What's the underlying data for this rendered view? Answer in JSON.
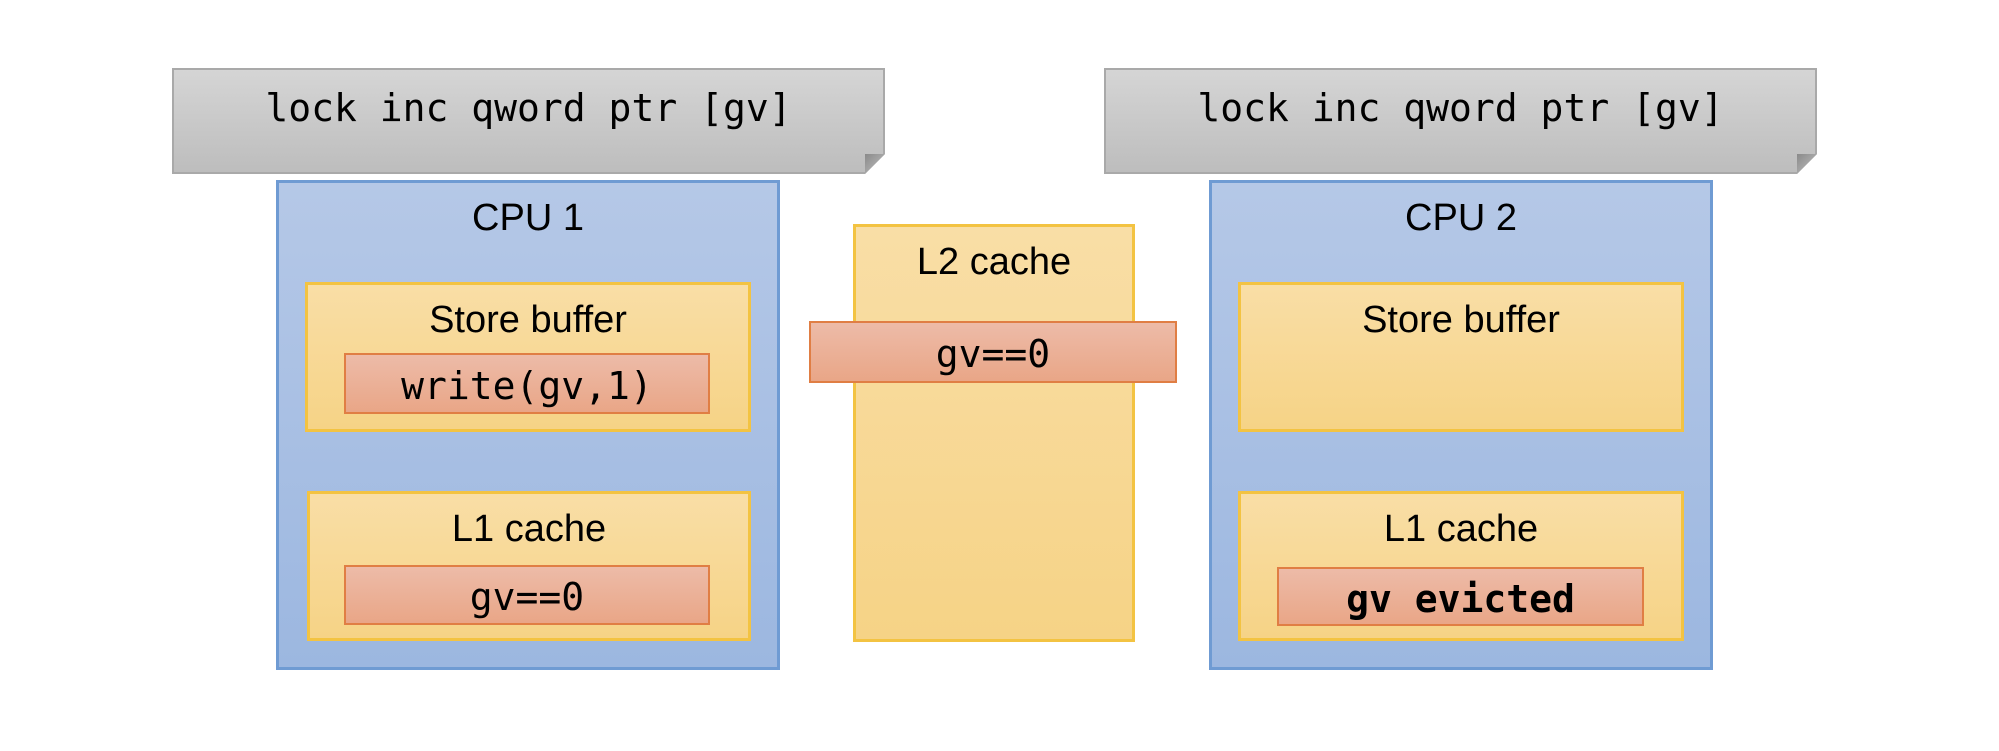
{
  "instructions": {
    "left": "lock inc qword ptr [gv]",
    "right": "lock inc qword ptr [gv]"
  },
  "cpu1": {
    "label": "CPU 1",
    "store_buffer": {
      "label": "Store buffer",
      "entry": "write(gv,1)"
    },
    "l1_cache": {
      "label": "L1 cache",
      "entry": "gv==0"
    }
  },
  "l2_cache": {
    "label": "L2 cache",
    "entry": "gv==0"
  },
  "cpu2": {
    "label": "CPU 2",
    "store_buffer": {
      "label": "Store buffer",
      "entry": ""
    },
    "l1_cache": {
      "label": "L1 cache",
      "entry": "gv evicted"
    }
  },
  "colors": {
    "cpu_fill": "#b5c8e7",
    "cpu_border": "#6f9bd3",
    "cache_fill": "#f9dea6",
    "cache_border": "#f3c342",
    "entry_fill": "#edbba8",
    "entry_border": "#e07e44",
    "instruction_fill": "#d5d5d5",
    "instruction_border": "#a9a9a9"
  }
}
